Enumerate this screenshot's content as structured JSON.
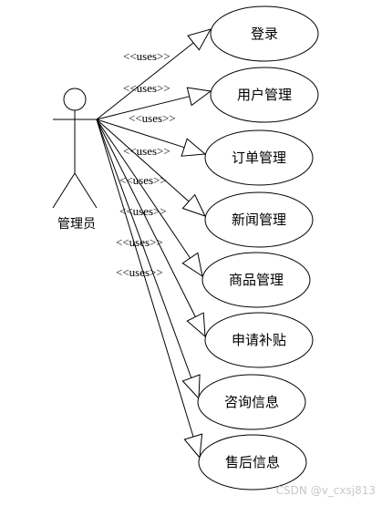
{
  "actor": {
    "name": "管理员"
  },
  "relation_label": "<<uses>>",
  "use_cases": [
    {
      "label": "登录"
    },
    {
      "label": "用户管理"
    },
    {
      "label": "订单管理"
    },
    {
      "label": "新闻管理"
    },
    {
      "label": "商品管理"
    },
    {
      "label": "申请补贴"
    },
    {
      "label": "咨询信息"
    },
    {
      "label": "售后信息"
    }
  ],
  "watermark": "CSDN @v_cxsj813"
}
